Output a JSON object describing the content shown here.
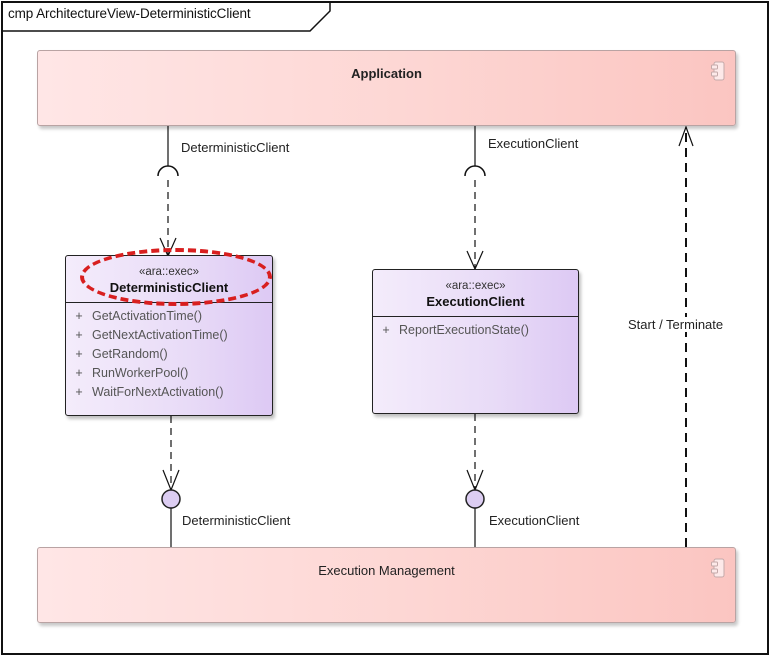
{
  "diagram": {
    "type": "component",
    "frame_title": "cmp ArchitectureView-DeterministicClient",
    "colors": {
      "component_fill_light": "#ffe6e6",
      "component_fill_dark": "#fbc5c1",
      "class_fill_light": "#f4ecfb",
      "class_fill_dark": "#ddc9f4",
      "interface_fill": "#dccdf2",
      "highlight": "#d81f1f",
      "line": "#111111"
    },
    "components": [
      {
        "id": "application",
        "name": "Application",
        "icon": "component-icon"
      },
      {
        "id": "execution-management",
        "name": "Execution Management",
        "icon": "component-icon"
      }
    ],
    "classes": [
      {
        "id": "deterministic-client",
        "stereotype": "«ara::exec»",
        "name": "DeterministicClient",
        "highlighted": true,
        "operations": [
          {
            "visibility": "+",
            "name": "GetActivationTime()"
          },
          {
            "visibility": "+",
            "name": "GetNextActivationTime()"
          },
          {
            "visibility": "+",
            "name": "GetRandom()"
          },
          {
            "visibility": "+",
            "name": "RunWorkerPool()"
          },
          {
            "visibility": "+",
            "name": "WaitForNextActivation()"
          }
        ]
      },
      {
        "id": "execution-client",
        "stereotype": "«ara::exec»",
        "name": "ExecutionClient",
        "highlighted": false,
        "operations": [
          {
            "visibility": "+",
            "name": "ReportExecutionState()"
          }
        ]
      }
    ],
    "connectors": [
      {
        "kind": "required-interface",
        "from": "Application",
        "label": "DeterministicClient"
      },
      {
        "kind": "required-interface",
        "from": "Application",
        "label": "ExecutionClient"
      },
      {
        "kind": "provided-interface",
        "from": "Execution Management",
        "label": "DeterministicClient"
      },
      {
        "kind": "provided-interface",
        "from": "Execution Management",
        "label": "ExecutionClient"
      },
      {
        "kind": "dependency",
        "from": "Execution Management",
        "to": "Application",
        "label": "Start / Terminate"
      }
    ]
  }
}
